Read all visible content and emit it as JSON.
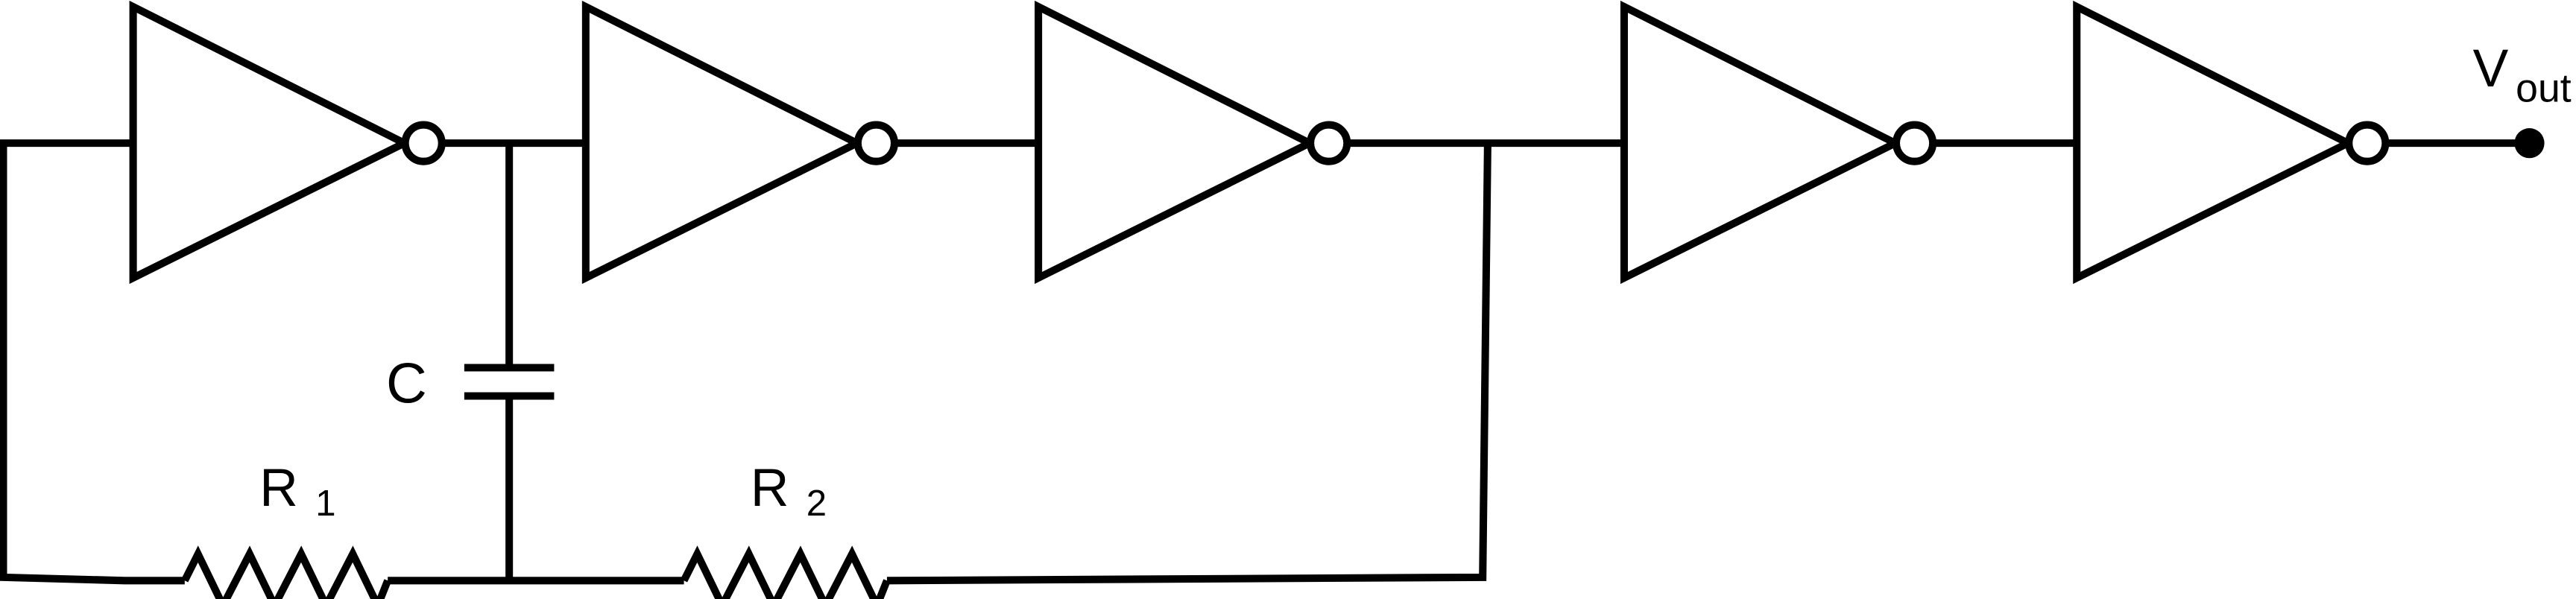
{
  "diagram": {
    "labels": {
      "capacitor": "C",
      "r1_main": "R",
      "r1_sub": "1",
      "r2_main": "R",
      "r2_sub": "2",
      "vout_main": "V",
      "vout_sub": "out"
    },
    "component_names": [
      "inverter-1",
      "inverter-2",
      "inverter-3",
      "inverter-4",
      "inverter-5"
    ]
  }
}
